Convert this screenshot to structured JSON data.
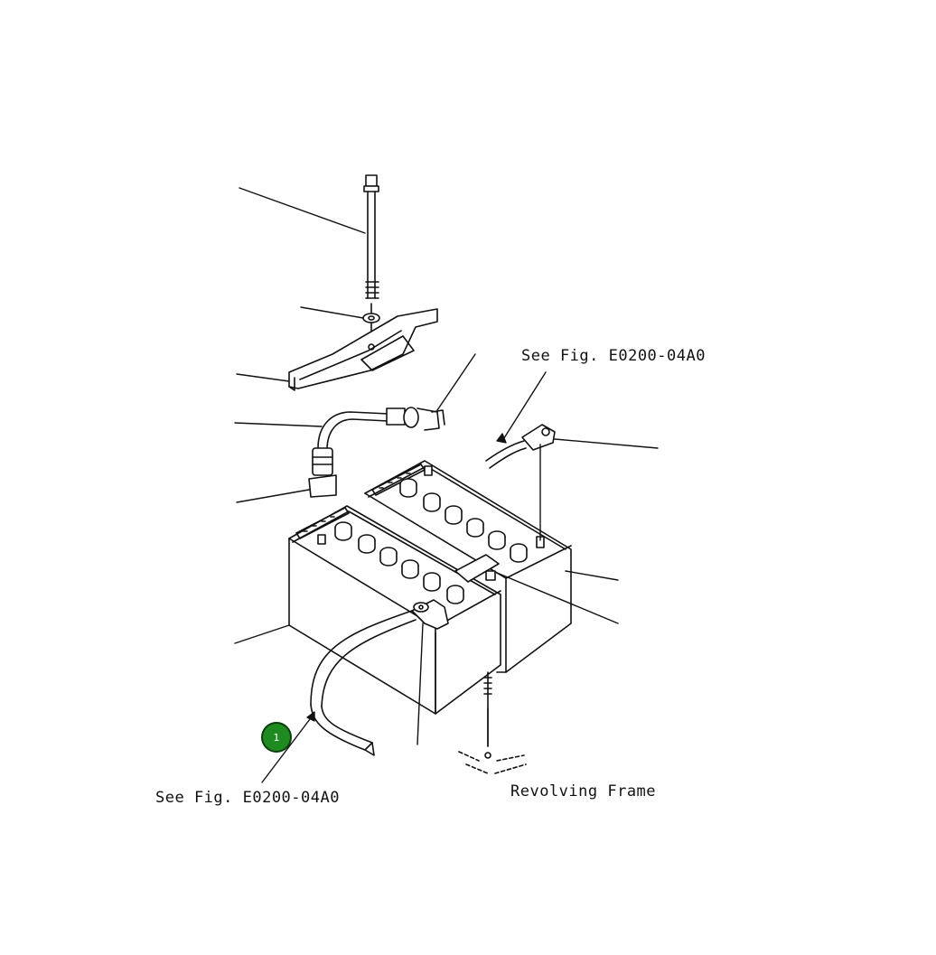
{
  "labels": {
    "see_fig_top": "See Fig. E0200-04A0",
    "see_fig_bottom": "See Fig. E0200-04A0",
    "revolving_frame": "Revolving Frame"
  },
  "callouts": [
    {
      "number": "1",
      "color": "#1f8a1f"
    }
  ]
}
